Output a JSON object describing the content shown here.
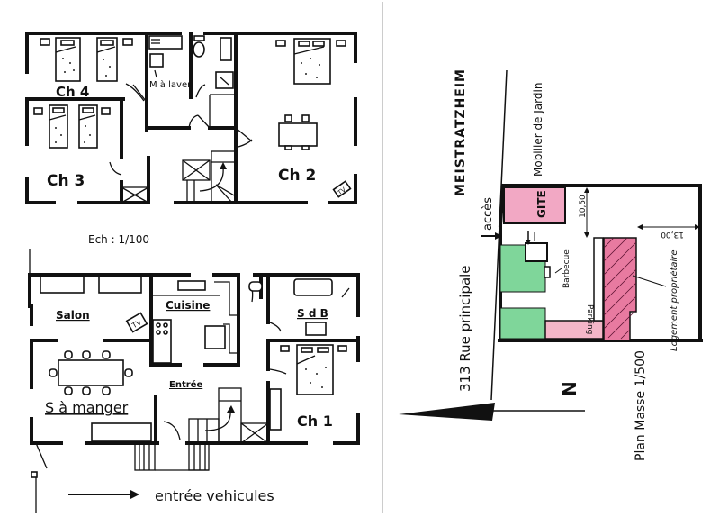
{
  "left_page": {
    "upper_floor": {
      "rooms": [
        {
          "id": "ch4",
          "label": "Ch 4"
        },
        {
          "id": "ch3",
          "label": "Ch 3"
        },
        {
          "id": "ch2",
          "label": "Ch 2"
        }
      ],
      "annotations": {
        "washing_machine": "M à laver",
        "tv": "TV"
      }
    },
    "scale": "Ech : 1/100",
    "ground_floor": {
      "rooms": [
        {
          "id": "salon",
          "label": "Salon"
        },
        {
          "id": "cuisine",
          "label": "Cuisine"
        },
        {
          "id": "sdb",
          "label": "S d B"
        },
        {
          "id": "s_a_manger",
          "label": "S à manger"
        },
        {
          "id": "entree",
          "label": "Entrée"
        },
        {
          "id": "ch1",
          "label": "Ch 1"
        }
      ],
      "annotations": {
        "tv": "TV"
      }
    },
    "vehicle_entry": "entrée vehicules"
  },
  "right_page": {
    "title": "Plan Masse 1/500",
    "street": "313 Rue principale",
    "town": "MEISTRATZHEIM",
    "labels": {
      "gite": "GITE",
      "access": "accès",
      "garden_furniture": "Mobilier de Jardin",
      "barbecue": "Barbecue",
      "parking": "Parking",
      "owner_housing": "Logement propriétaire",
      "north": "N"
    },
    "dimensions": {
      "depth": "10,50",
      "width": "13,00"
    },
    "colors": {
      "gite_fill": "#f2a8c4",
      "garden_fill": "#7fd69a",
      "owner_fill": "#e87aa0",
      "parking_fill": "#f4b6c8"
    }
  }
}
